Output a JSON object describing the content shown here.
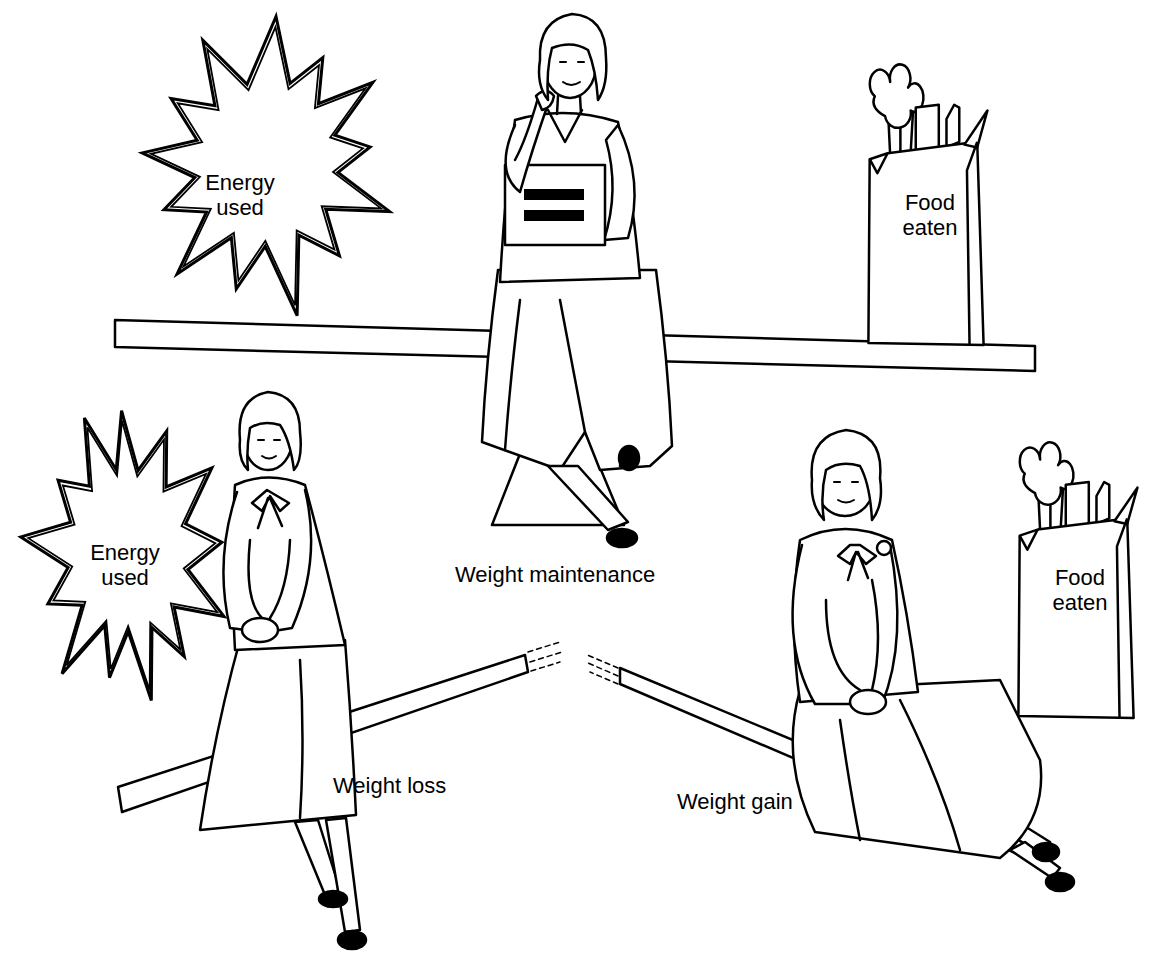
{
  "diagram": {
    "nodes": [
      {
        "text": [
          "Energy used"
        ]
      },
      {
        "text": [
          "Food eaten"
        ]
      },
      {
        "text": [
          "Energy used"
        ]
      },
      {
        "text": [
          "Food eaten"
        ]
      }
    ],
    "labels": [
      "Weight maintenance",
      "Weight loss",
      "Weight gain"
    ]
  }
}
